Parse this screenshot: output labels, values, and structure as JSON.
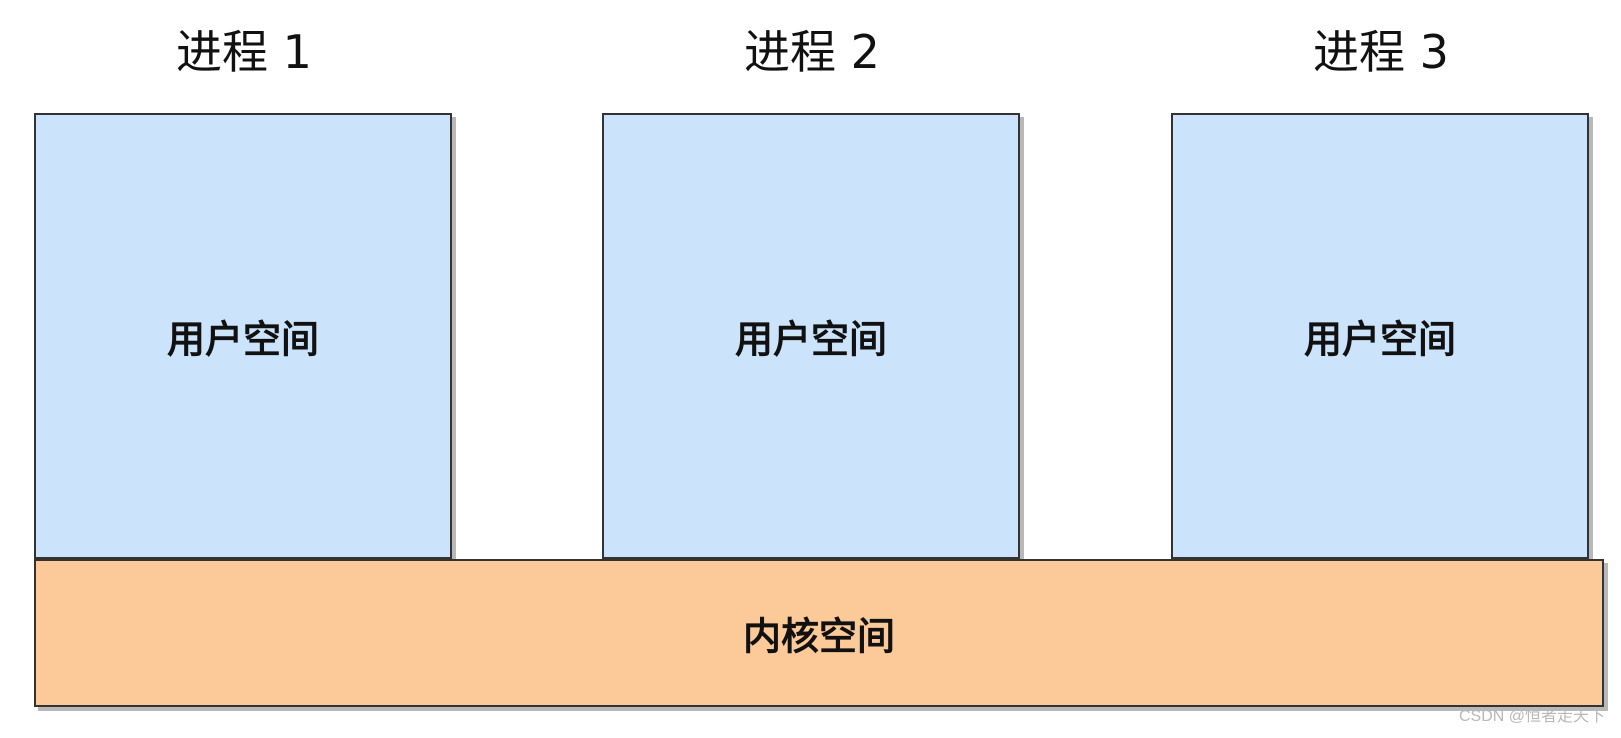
{
  "processes": [
    {
      "title": "进程 1",
      "user_space_label": "用户空间"
    },
    {
      "title": "进程 2",
      "user_space_label": "用户空间"
    },
    {
      "title": "进程 3",
      "user_space_label": "用户空间"
    }
  ],
  "kernel_space": {
    "label": "内核空间"
  },
  "watermark": "CSDN @恒者走天下",
  "colors": {
    "user_space_fill": "#cce4fb",
    "kernel_space_fill": "#fcc998",
    "border": "#333333",
    "text": "#111111"
  }
}
